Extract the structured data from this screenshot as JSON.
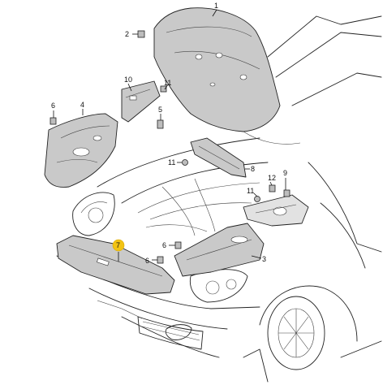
{
  "callouts": [
    {
      "id": "c1",
      "label": "1"
    },
    {
      "id": "c2",
      "label": "2"
    },
    {
      "id": "c3",
      "label": "3"
    },
    {
      "id": "c4",
      "label": "4"
    },
    {
      "id": "c5",
      "label": "5"
    },
    {
      "id": "c6a",
      "label": "6"
    },
    {
      "id": "c6b",
      "label": "6"
    },
    {
      "id": "c6c",
      "label": "6"
    },
    {
      "id": "c7",
      "label": "7",
      "highlight": true
    },
    {
      "id": "c8",
      "label": "8"
    },
    {
      "id": "c9",
      "label": "9"
    },
    {
      "id": "c10",
      "label": "10"
    },
    {
      "id": "c11a",
      "label": "11"
    },
    {
      "id": "c11b",
      "label": "11"
    },
    {
      "id": "c11c",
      "label": "11"
    },
    {
      "id": "c12",
      "label": "12"
    }
  ],
  "colors": {
    "highlight": "#f2c314",
    "part_fill": "#c9c9c9",
    "line": "#222222"
  }
}
